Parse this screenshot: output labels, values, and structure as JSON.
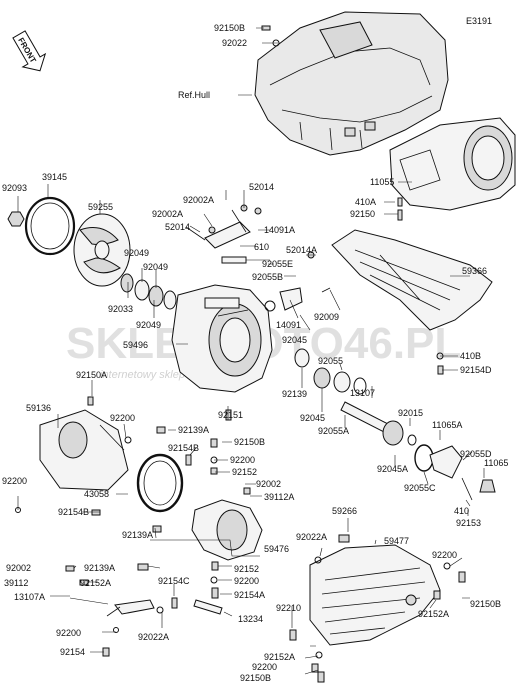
{
  "diagram_code": "E3191",
  "front_label": "FRONT",
  "watermark": {
    "brand": "SKLEPMOTO46.PL",
    "tagline": "internetowy sklep motocyklowy"
  },
  "labels": [
    {
      "id": "l01",
      "text": "92150B"
    },
    {
      "id": "l02",
      "text": "92022"
    },
    {
      "id": "l03",
      "text": "Ref.Hull"
    },
    {
      "id": "l04",
      "text": "11055"
    },
    {
      "id": "l05",
      "text": "410A"
    },
    {
      "id": "l06",
      "text": "92150"
    },
    {
      "id": "l07",
      "text": "92093"
    },
    {
      "id": "l08",
      "text": "39145"
    },
    {
      "id": "l09",
      "text": "59255"
    },
    {
      "id": "l10",
      "text": "92002A"
    },
    {
      "id": "l11",
      "text": "52014"
    },
    {
      "id": "l12",
      "text": "92002A"
    },
    {
      "id": "l13",
      "text": "52014"
    },
    {
      "id": "l14",
      "text": "14091A"
    },
    {
      "id": "l15",
      "text": "610"
    },
    {
      "id": "l16",
      "text": "52014A"
    },
    {
      "id": "l17",
      "text": "92055E"
    },
    {
      "id": "l18",
      "text": "92049"
    },
    {
      "id": "l19",
      "text": "92049"
    },
    {
      "id": "l20",
      "text": "92055B"
    },
    {
      "id": "l21",
      "text": "59366"
    },
    {
      "id": "l22",
      "text": "92033"
    },
    {
      "id": "l23",
      "text": "92049"
    },
    {
      "id": "l24",
      "text": "14091"
    },
    {
      "id": "l25",
      "text": "92009"
    },
    {
      "id": "l26",
      "text": "92045"
    },
    {
      "id": "l27",
      "text": "59496"
    },
    {
      "id": "l28",
      "text": "92055"
    },
    {
      "id": "l29",
      "text": "410B"
    },
    {
      "id": "l30",
      "text": "92154D"
    },
    {
      "id": "l31",
      "text": "92150A"
    },
    {
      "id": "l32",
      "text": "92139"
    },
    {
      "id": "l33",
      "text": "92045"
    },
    {
      "id": "l34",
      "text": "13107"
    },
    {
      "id": "l35",
      "text": "59136"
    },
    {
      "id": "l36",
      "text": "92200"
    },
    {
      "id": "l37",
      "text": "92151"
    },
    {
      "id": "l38",
      "text": "92055A"
    },
    {
      "id": "l39",
      "text": "92015"
    },
    {
      "id": "l40",
      "text": "92139A"
    },
    {
      "id": "l41",
      "text": "92150B"
    },
    {
      "id": "l42",
      "text": "11065A"
    },
    {
      "id": "l43",
      "text": "92154B"
    },
    {
      "id": "l44",
      "text": "92200"
    },
    {
      "id": "l45",
      "text": "92045A"
    },
    {
      "id": "l46",
      "text": "92055D"
    },
    {
      "id": "l47",
      "text": "92200"
    },
    {
      "id": "l48",
      "text": "92152"
    },
    {
      "id": "l49",
      "text": "11065"
    },
    {
      "id": "l50",
      "text": "92055C"
    },
    {
      "id": "l51",
      "text": "43058"
    },
    {
      "id": "l52",
      "text": "92002"
    },
    {
      "id": "l53",
      "text": "39112A"
    },
    {
      "id": "l54",
      "text": "92154B"
    },
    {
      "id": "l55",
      "text": "410"
    },
    {
      "id": "l56",
      "text": "92153"
    },
    {
      "id": "l57",
      "text": "59266"
    },
    {
      "id": "l58",
      "text": "92139A"
    },
    {
      "id": "l59",
      "text": "92022A"
    },
    {
      "id": "l60",
      "text": "59477"
    },
    {
      "id": "l61",
      "text": "59476"
    },
    {
      "id": "l62",
      "text": "92002"
    },
    {
      "id": "l63",
      "text": "92139A"
    },
    {
      "id": "l64",
      "text": "92152"
    },
    {
      "id": "l65",
      "text": "39112"
    },
    {
      "id": "l66",
      "text": "92152A"
    },
    {
      "id": "l67",
      "text": "92154C"
    },
    {
      "id": "l68",
      "text": "92200"
    },
    {
      "id": "l69",
      "text": "92200"
    },
    {
      "id": "l70",
      "text": "92154A"
    },
    {
      "id": "l71",
      "text": "92150B"
    },
    {
      "id": "l72",
      "text": "13107A"
    },
    {
      "id": "l73",
      "text": "92210"
    },
    {
      "id": "l74",
      "text": "92152A"
    },
    {
      "id": "l75",
      "text": "92200"
    },
    {
      "id": "l76",
      "text": "92022A"
    },
    {
      "id": "l77",
      "text": "13234"
    },
    {
      "id": "l78",
      "text": "92154"
    },
    {
      "id": "l79",
      "text": "92152A"
    },
    {
      "id": "l80",
      "text": "92200"
    },
    {
      "id": "l81",
      "text": "92150B"
    }
  ]
}
